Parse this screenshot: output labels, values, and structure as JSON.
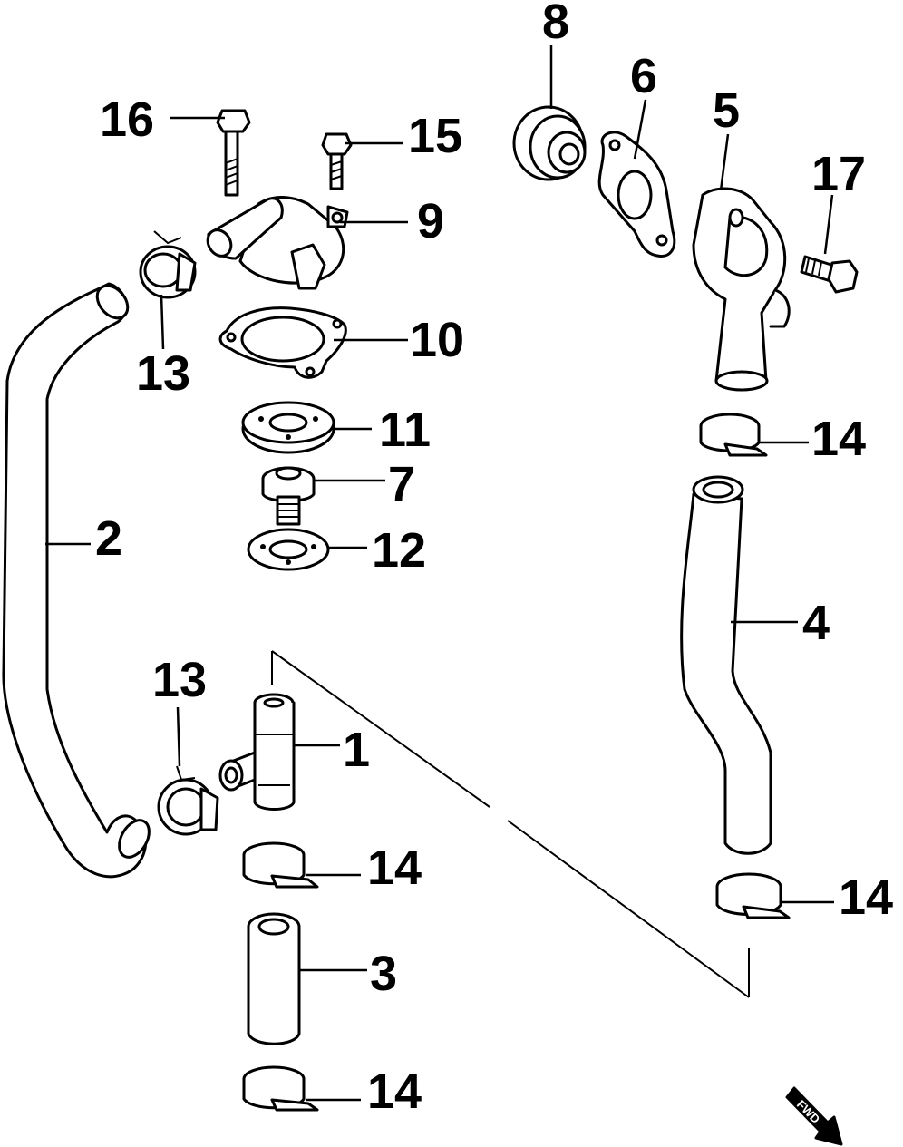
{
  "diagram": {
    "callouts": {
      "c1": "1",
      "c2": "2",
      "c3": "3",
      "c4": "4",
      "c5": "5",
      "c6": "6",
      "c7": "7",
      "c8": "8",
      "c9": "9",
      "c10": "10",
      "c11": "11",
      "c12": "12",
      "c13a": "13",
      "c13b": "13",
      "c14a": "14",
      "c14b": "14",
      "c14c": "14",
      "c14d": "14",
      "c15": "15",
      "c16": "16",
      "c17": "17"
    },
    "icons": {
      "direction_arrow": "fwd-arrow-icon"
    },
    "colors": {
      "line": "#000000",
      "background": "#ffffff"
    }
  }
}
